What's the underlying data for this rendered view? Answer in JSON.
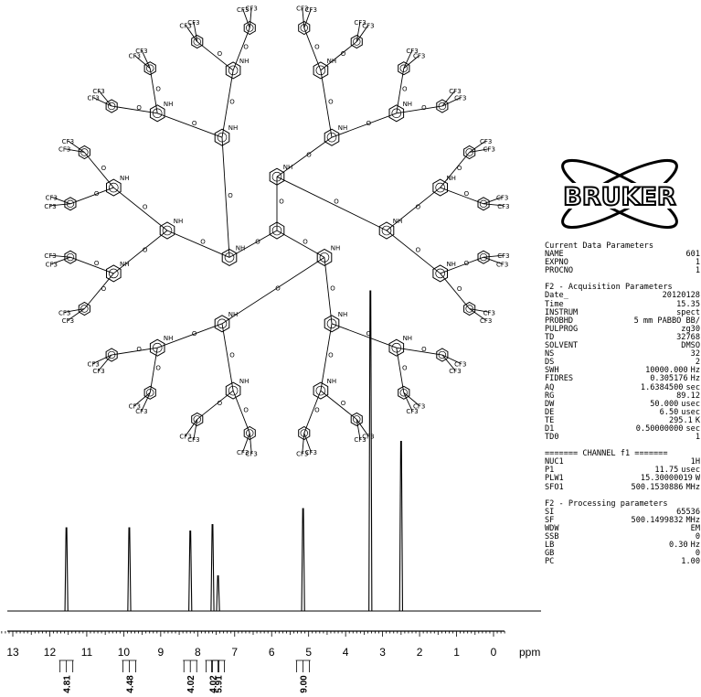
{
  "chart_data": {
    "type": "line",
    "xlabel": "ppm",
    "xlim": [
      13,
      0
    ],
    "x_ticks": [
      13,
      12,
      11,
      10,
      9,
      8,
      7,
      6,
      5,
      4,
      3,
      2,
      1,
      0
    ],
    "peaks": [
      {
        "ppm": 11.55,
        "rel_height": 0.26
      },
      {
        "ppm": 9.85,
        "rel_height": 0.26
      },
      {
        "ppm": 8.2,
        "rel_height": 0.25
      },
      {
        "ppm": 7.6,
        "rel_height": 0.27
      },
      {
        "ppm": 7.45,
        "rel_height": 0.11
      },
      {
        "ppm": 5.15,
        "rel_height": 0.32
      },
      {
        "ppm": 3.33,
        "rel_height": 1.0
      },
      {
        "ppm": 2.5,
        "rel_height": 0.53
      }
    ],
    "integrals": [
      {
        "ppm": 11.55,
        "value": "4.81"
      },
      {
        "ppm": 9.85,
        "value": "4.48"
      },
      {
        "ppm": 8.2,
        "value": "4.02"
      },
      {
        "ppm": 7.6,
        "value": "4.02"
      },
      {
        "ppm": 7.45,
        "value": "5.91"
      },
      {
        "ppm": 5.15,
        "value": "9.00"
      }
    ]
  },
  "logo": {
    "text": "BRUKER"
  },
  "params": {
    "current": {
      "heading": "Current Data Parameters",
      "rows": [
        {
          "k": "NAME",
          "v": "601",
          "u": ""
        },
        {
          "k": "EXPNO",
          "v": "1",
          "u": ""
        },
        {
          "k": "PROCNO",
          "v": "1",
          "u": ""
        }
      ]
    },
    "acq": {
      "heading": "F2 - Acquisition Parameters",
      "rows": [
        {
          "k": "Date_",
          "v": "20120128",
          "u": ""
        },
        {
          "k": "Time",
          "v": "15.35",
          "u": ""
        },
        {
          "k": "INSTRUM",
          "v": "spect",
          "u": ""
        },
        {
          "k": "PROBHD",
          "v": "5 mm PABBO BB/",
          "u": ""
        },
        {
          "k": "PULPROG",
          "v": "zg30",
          "u": ""
        },
        {
          "k": "TD",
          "v": "32768",
          "u": ""
        },
        {
          "k": "SOLVENT",
          "v": "DMSO",
          "u": ""
        },
        {
          "k": "NS",
          "v": "32",
          "u": ""
        },
        {
          "k": "DS",
          "v": "2",
          "u": ""
        },
        {
          "k": "SWH",
          "v": "10000.000",
          "u": "Hz"
        },
        {
          "k": "FIDRES",
          "v": "0.305176",
          "u": "Hz"
        },
        {
          "k": "AQ",
          "v": "1.6384500",
          "u": "sec"
        },
        {
          "k": "RG",
          "v": "89.12",
          "u": ""
        },
        {
          "k": "DW",
          "v": "50.000",
          "u": "usec"
        },
        {
          "k": "DE",
          "v": "6.50",
          "u": "usec"
        },
        {
          "k": "TE",
          "v": "295.1",
          "u": "K"
        },
        {
          "k": "D1",
          "v": "0.50000000",
          "u": "sec"
        },
        {
          "k": "TD0",
          "v": "1",
          "u": ""
        }
      ]
    },
    "channel": {
      "heading": "======= CHANNEL f1 =======",
      "rows": [
        {
          "k": "NUC1",
          "v": "1H",
          "u": ""
        },
        {
          "k": "P1",
          "v": "11.75",
          "u": "usec"
        },
        {
          "k": "PLW1",
          "v": "15.30000019",
          "u": "W"
        },
        {
          "k": "SFO1",
          "v": "500.1530886",
          "u": "MHz"
        }
      ]
    },
    "proc": {
      "heading": "F2 - Processing parameters",
      "rows": [
        {
          "k": "SI",
          "v": "65536",
          "u": ""
        },
        {
          "k": "SF",
          "v": "500.1499832",
          "u": "MHz"
        },
        {
          "k": "WDW",
          "v": "EM",
          "u": ""
        },
        {
          "k": "SSB",
          "v": "0",
          "u": ""
        },
        {
          "k": "LB",
          "v": "0.30",
          "u": "Hz"
        },
        {
          "k": "GB",
          "v": "0",
          "u": ""
        },
        {
          "k": "PC",
          "v": "1.00",
          "u": ""
        }
      ]
    }
  }
}
